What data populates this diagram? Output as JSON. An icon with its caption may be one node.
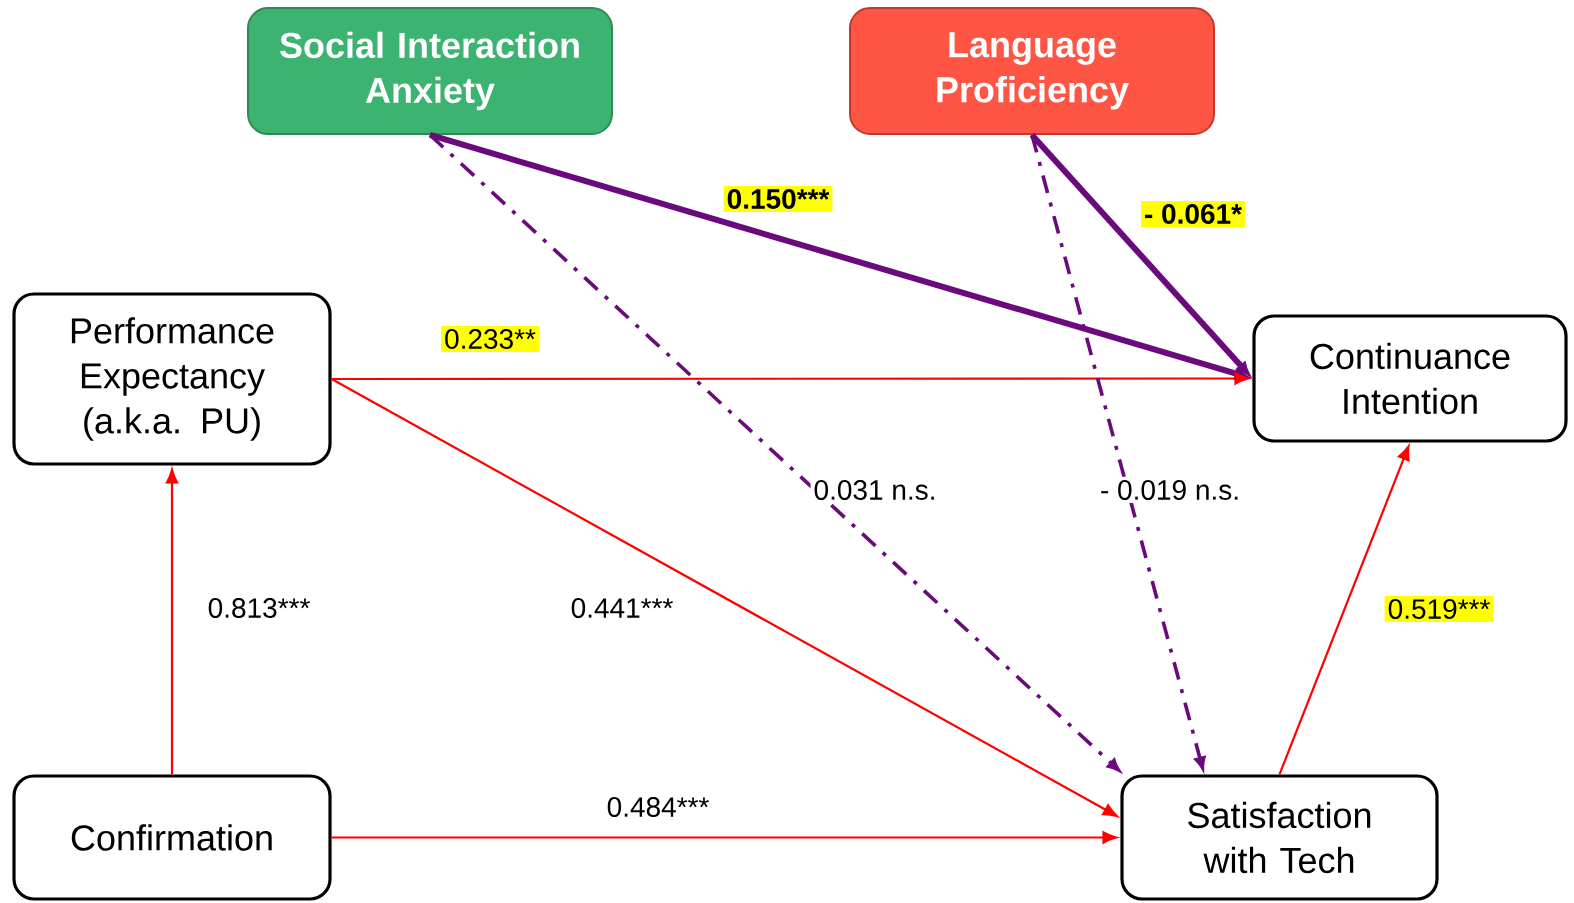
{
  "diagram": {
    "nodes": [
      {
        "text": [
          "Social Interaction Anxiety"
        ]
      },
      {
        "text": [
          "Language Proficiency"
        ]
      },
      {
        "text": [
          "Performance Expectancy (a.k.a. PU)"
        ]
      },
      {
        "text": [
          "Continuance Intention"
        ]
      },
      {
        "text": [
          "Confirmation"
        ]
      },
      {
        "text": [
          "Satisfaction with Tech"
        ]
      }
    ],
    "edges": [
      {
        "from": 0,
        "to": 3,
        "arrow": "to",
        "label": "0.150***",
        "style": "thick",
        "color": "#6b0a7d"
      },
      {
        "from": 1,
        "to": 3,
        "arrow": "to",
        "label": "- 0.061*",
        "style": "thick",
        "color": "#6b0a7d"
      },
      {
        "from": 2,
        "to": 3,
        "arrow": "to",
        "label": "0.233**"
      },
      {
        "from": 0,
        "to": 5,
        "arrow": "to",
        "label": "0.031 n.s.",
        "style": "dashed",
        "color": "#6b0a7d"
      },
      {
        "from": 1,
        "to": 5,
        "arrow": "to",
        "label": "- 0.019 n.s.",
        "style": "dashed",
        "color": "#6b0a7d"
      },
      {
        "from": 2,
        "to": 5,
        "arrow": "to",
        "label": "0.441***"
      },
      {
        "from": 4,
        "to": 2,
        "arrow": "to",
        "label": "0.813***"
      },
      {
        "from": 4,
        "to": 5,
        "arrow": "to",
        "label": "0.484***"
      },
      {
        "from": 5,
        "to": 3,
        "arrow": "to",
        "label": "0.519***"
      }
    ]
  }
}
